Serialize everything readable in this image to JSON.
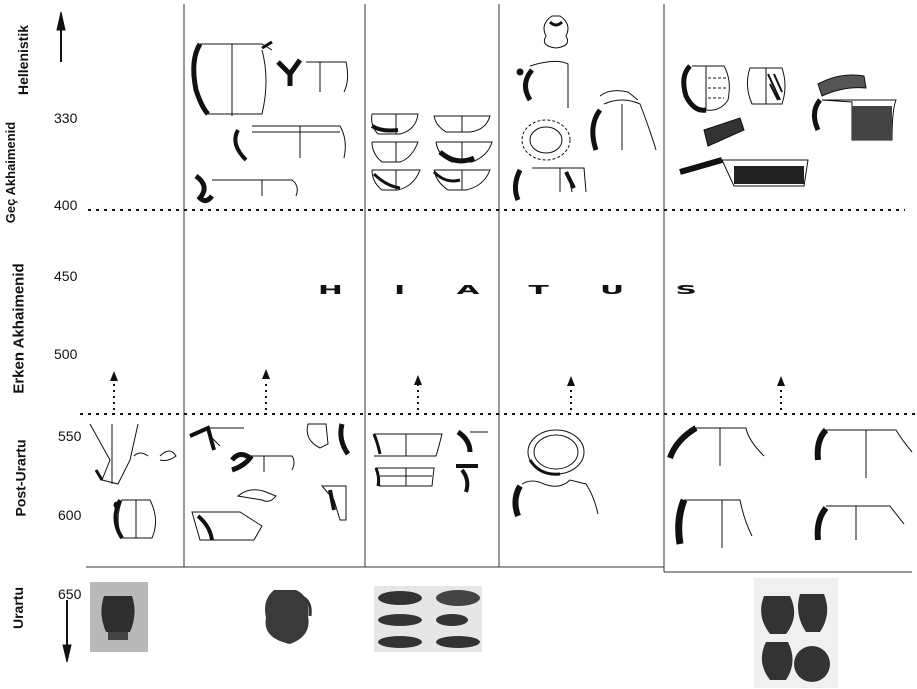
{
  "periods": {
    "hellenistic": "Hellenistik",
    "late_achaemenid": "Geç Akhaimenid",
    "early_achaemenid": "Erken Akhaimenid",
    "post_urartu": "Post-Urartu",
    "urartu": "Urartu"
  },
  "years": {
    "y330": "330",
    "y400": "400",
    "y450": "450",
    "y500": "500",
    "y550": "550",
    "y600": "600",
    "y650": "650"
  },
  "hiatus": "HIATUS",
  "colors": {
    "line": "#222222",
    "sherd": "#111111",
    "photo_dark": "#3a3a3a"
  }
}
